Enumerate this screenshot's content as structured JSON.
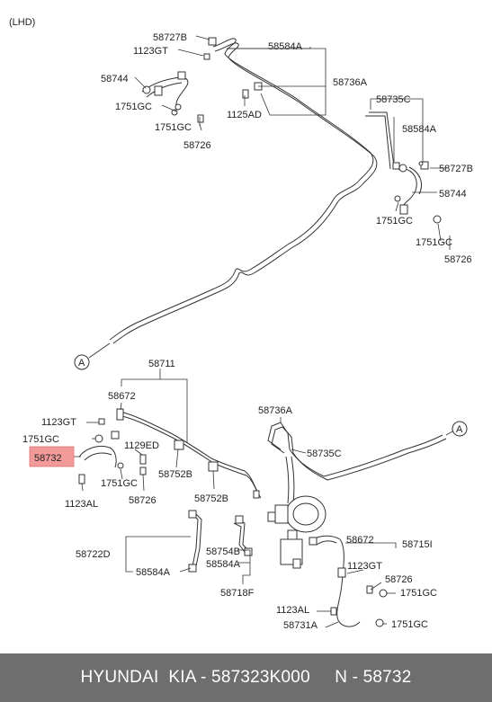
{
  "diagram": {
    "lhd_label": "(LHD)",
    "callout": "A",
    "highlight_color": "#f29a9a",
    "line_color": "#333333",
    "labels": {
      "p58727b_top": "58727B",
      "p1123gt_top": "1123GT",
      "p58584a_top": "58584A",
      "p58744_left": "58744",
      "p58736a_top": "58736A",
      "p1751gc_a": "1751GC",
      "p1125ad": "1125AD",
      "p1751gc_b": "1751GC",
      "p58726_a": "58726",
      "p58735c_top": "58735C",
      "p58584a_right": "58584A",
      "p58727b_right": "58727B",
      "p58744_right": "58744",
      "p1751gc_c": "1751GC",
      "p1751gc_d": "1751GC",
      "p58726_b": "58726",
      "p58711": "58711",
      "p58672_a": "58672",
      "p1123gt_mid": "1123GT",
      "p1751gc_e": "1751GC",
      "p1129ed": "1129ED",
      "p58732": "58732",
      "p1751gc_f": "1751GC",
      "p58752b_a": "58752B",
      "p1123al_a": "1123AL",
      "p58726_c": "58726",
      "p58752b_b": "58752B",
      "p58736a_mid": "58736A",
      "p58735c_mid": "58735C",
      "p58722d": "58722D",
      "p58754b": "58754B",
      "p58584a_b1": "58584A",
      "p58584a_b2": "58584A",
      "p58718f": "58718F",
      "p58672_b": "58672",
      "p58715i": "58715I",
      "p1123gt_b": "1123GT",
      "p58726_d": "58726",
      "p1751gc_g": "1751GC",
      "p1123al_b": "1123AL",
      "p58731a": "58731A",
      "p1751gc_h": "1751GC"
    }
  },
  "footer": {
    "text": "HYUNDAI  KIA - 587323K000     N - 58732",
    "bg": "#6e6e6e"
  }
}
